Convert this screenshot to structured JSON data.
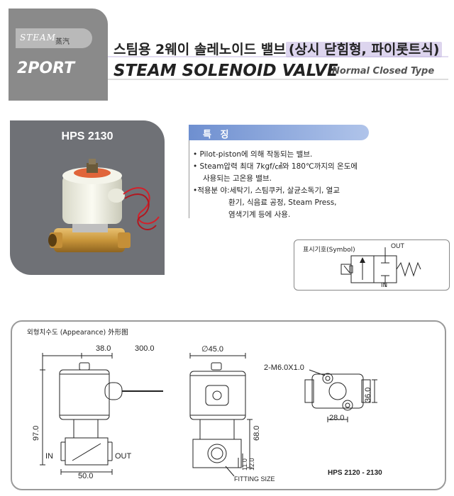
{
  "header": {
    "steam_en": "STEAM",
    "steam_cn": "蒸汽",
    "port": "2PORT",
    "title_kr_main": "스팀용 2웨이 솔레노이드 밸브",
    "title_kr_paren": "(상시 닫힘형, 파이롯트식)",
    "title_en": "STEAM SOLENOID VALVE",
    "title_en_sub": "Normal Closed Type"
  },
  "product": {
    "model": "HPS 2130"
  },
  "features": {
    "heading": "특 징",
    "items": [
      "• Pilot-piston에 의해 작동되는 밸브.",
      "• Steam압력 최대 7kgf/㎠와 180℃까지의 온도에",
      "사용되는 고온용 밸브.",
      "•적용분 야:세탁기, 스팀쿠커, 살균소독기, 열교",
      "환기, 식음료 공정, Steam Press,",
      "염색기계 등에 사용."
    ]
  },
  "symbol": {
    "label": "표시기호(Symbol)",
    "out": "OUT",
    "in": "IN"
  },
  "drawing": {
    "title": "외형치수도 (Appearance) 外形图",
    "dims": {
      "d38": "38.0",
      "d300": "300.0",
      "d97": "97.0",
      "d50": "50.0",
      "in": "IN",
      "out": "OUT",
      "phi45": "∅45.0",
      "d68": "68.0",
      "d11": "11.0",
      "d12": "12.0",
      "fitting": "FITTING SIZE",
      "m6": "2-M6.0X1.0",
      "d36": "36.0",
      "d28": "28.0"
    },
    "model_code": "HPS  2120 - 2130"
  }
}
